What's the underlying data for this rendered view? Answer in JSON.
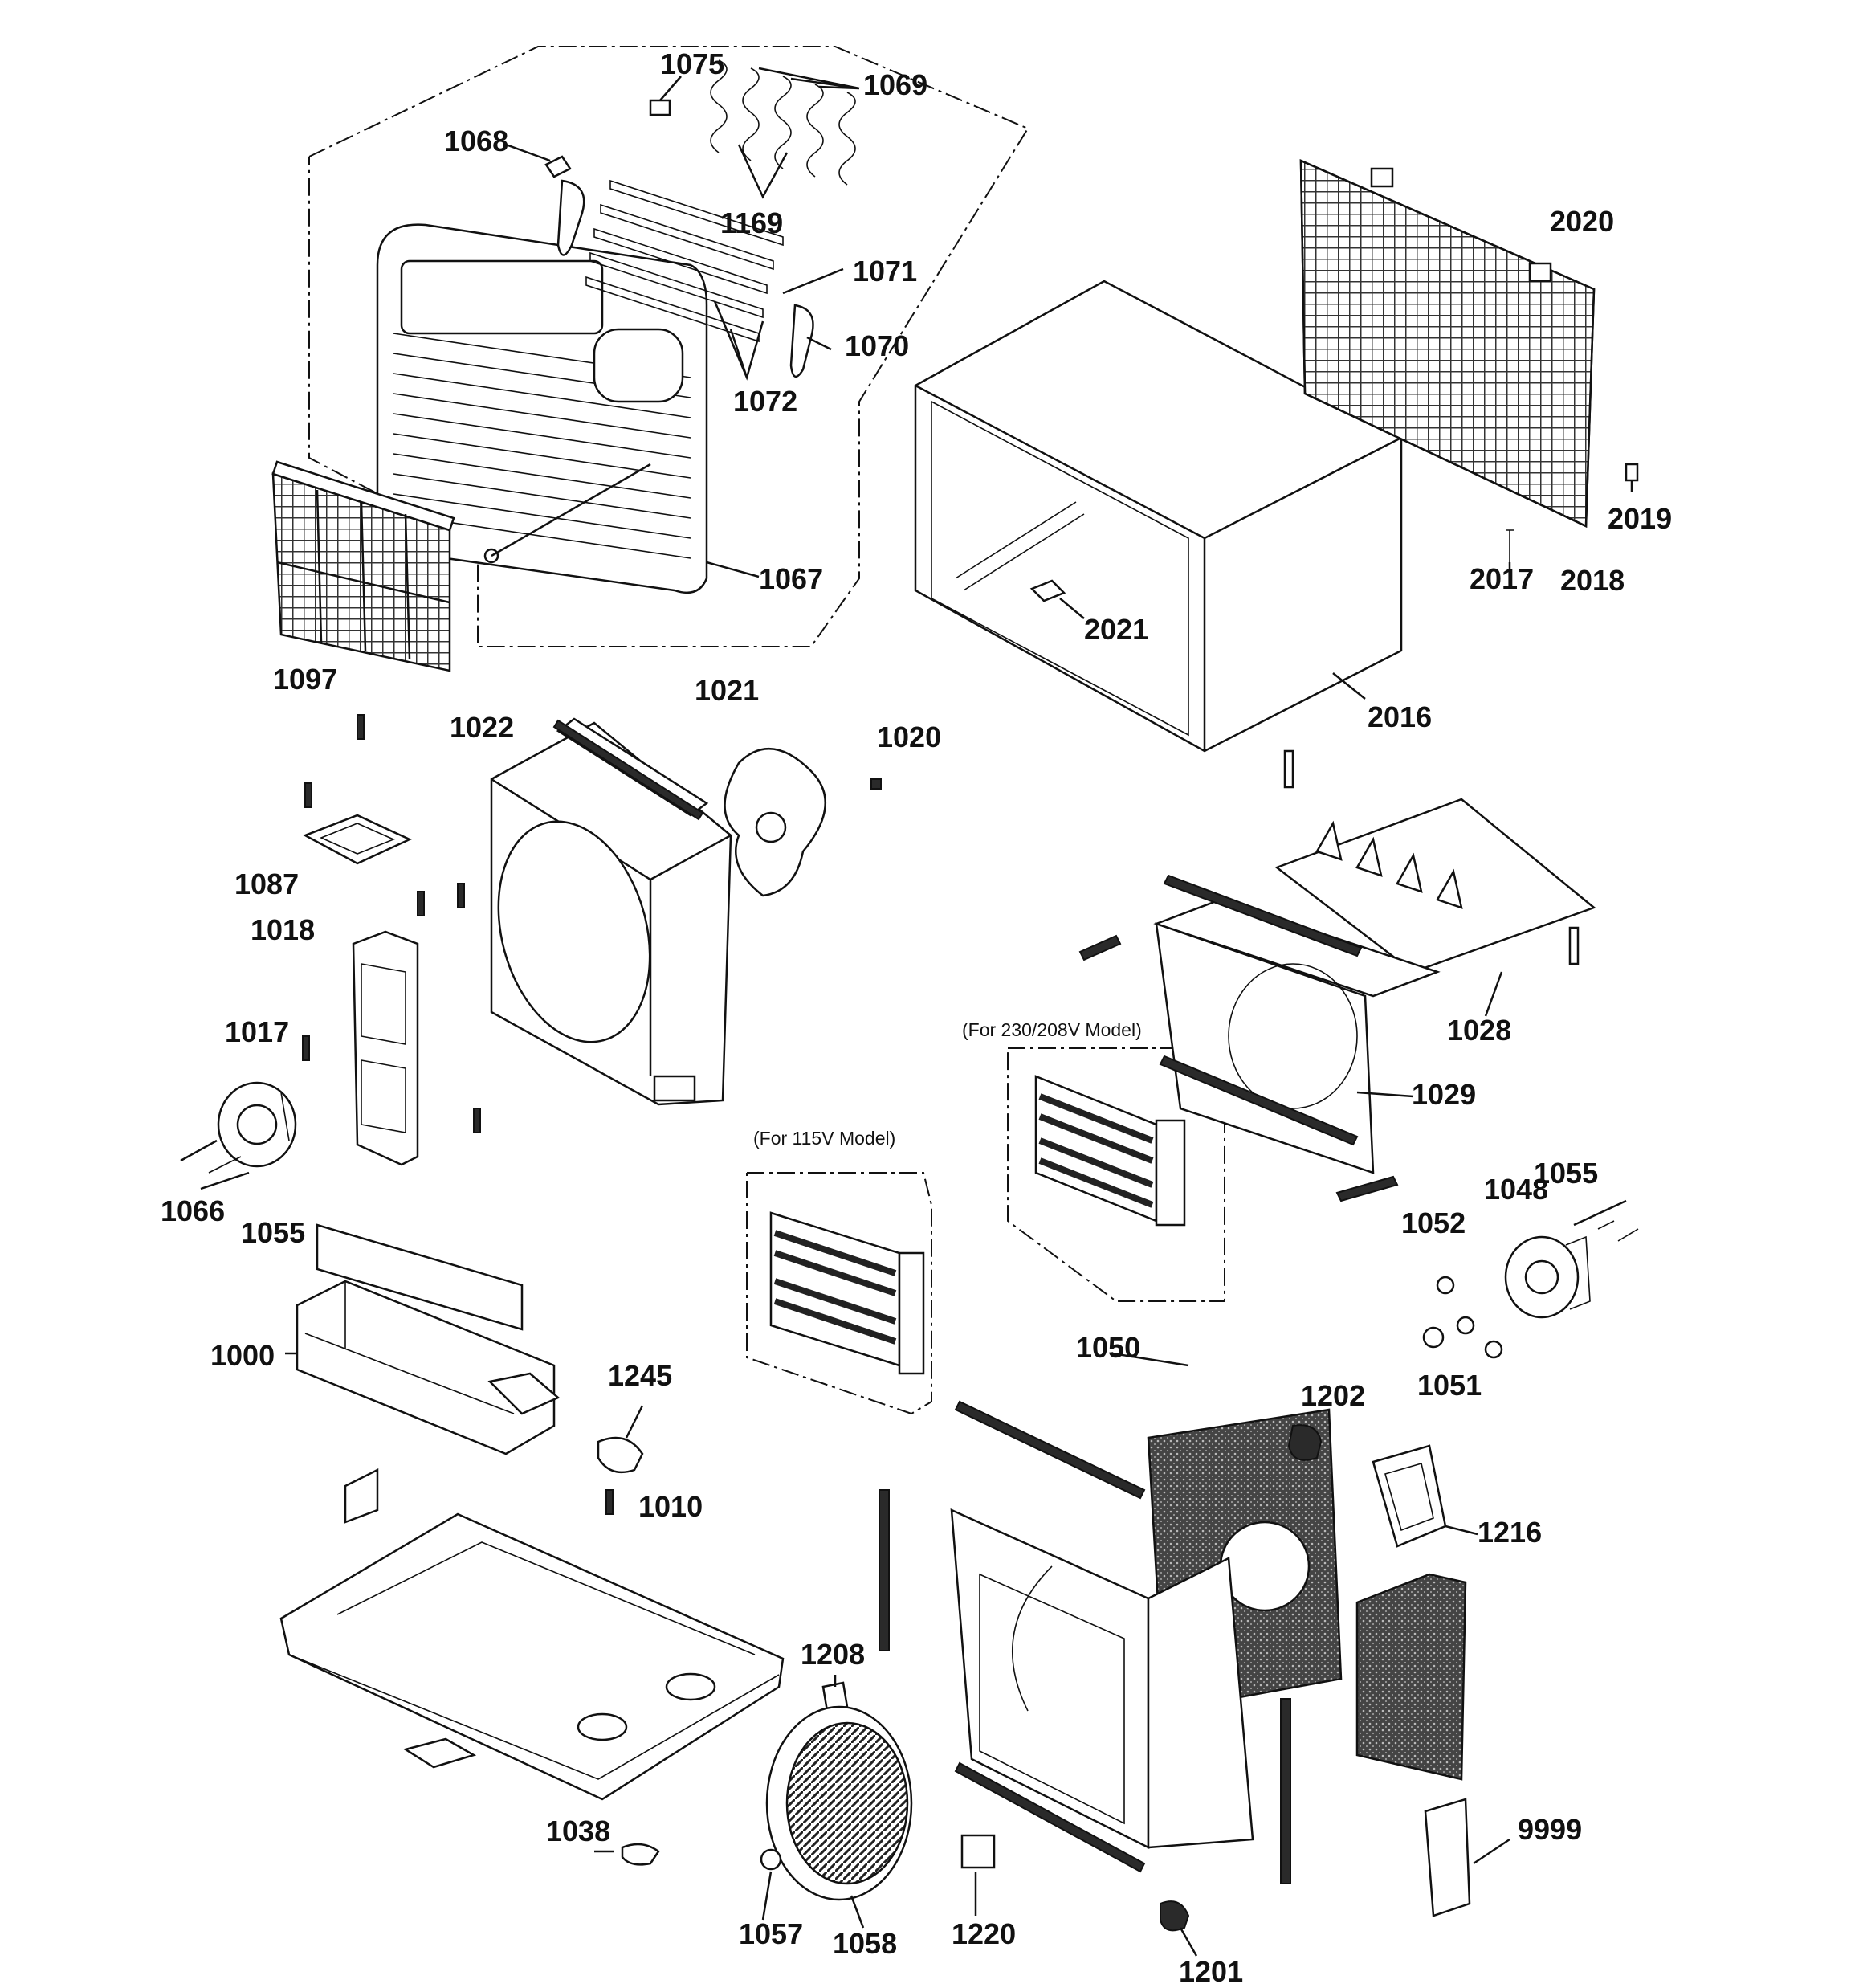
{
  "labels": {
    "p1075": "1075",
    "p1069": "1069",
    "p1068": "1068",
    "p1169": "1169",
    "p1071": "1071",
    "p1070": "1070",
    "p1072": "1072",
    "p1067": "1067",
    "p1097": "1097",
    "p2020": "2020",
    "p2019": "2019",
    "p2017": "2017",
    "p2018": "2018",
    "p2021": "2021",
    "p2016": "2016",
    "p1021": "1021",
    "p1020": "1020",
    "p1022": "1022",
    "p1087": "1087",
    "p1018": "1018",
    "p1017": "1017",
    "p1066": "1066",
    "p1055a": "1055",
    "p1000": "1000",
    "p1245": "1245",
    "p1010": "1010",
    "p1038": "1038",
    "p1028": "1028",
    "p1029": "1029",
    "p1055b": "1055",
    "p1048": "1048",
    "p1052": "1052",
    "p1051": "1051",
    "p1050": "1050",
    "p1202": "1202",
    "p1216": "1216",
    "p1208": "1208",
    "p1057": "1057",
    "p1058": "1058",
    "p1220": "1220",
    "p1201": "1201",
    "p9999": "9999"
  },
  "notes": {
    "model_230": "(For 230/208V Model)",
    "model_115": "(For 115V Model)"
  }
}
